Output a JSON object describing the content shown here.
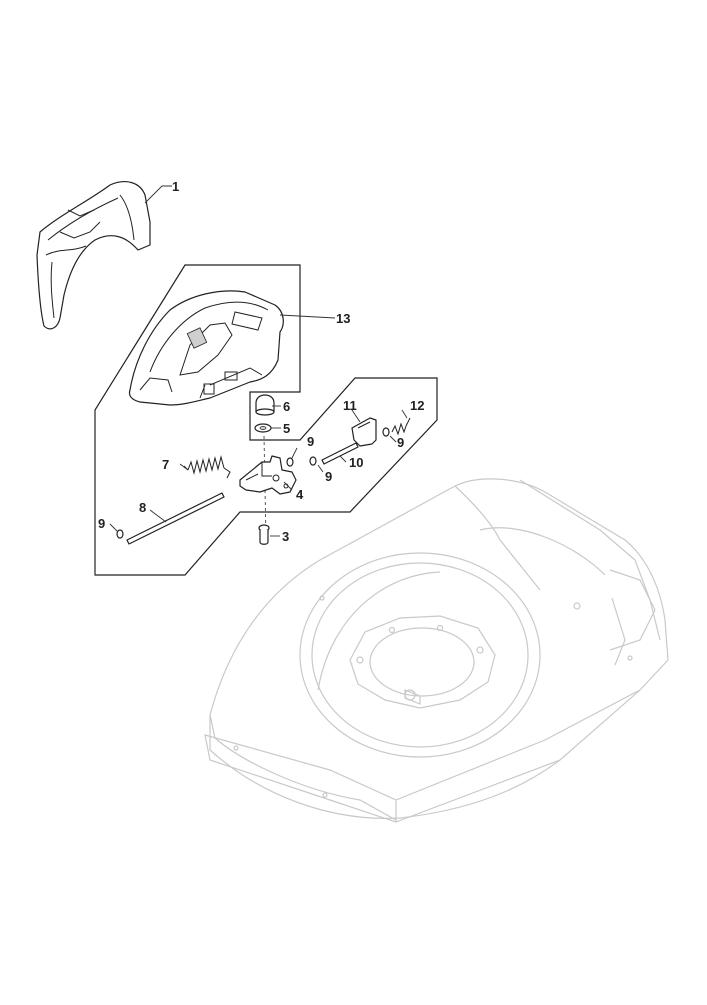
{
  "callouts": {
    "c1": "1",
    "c3": "3",
    "c4": "4",
    "c5": "5",
    "c6": "6",
    "c7": "7",
    "c8": "8",
    "c9a": "9",
    "c9b": "9",
    "c9c": "9",
    "c9d": "9",
    "c10": "10",
    "c11": "11",
    "c12": "12",
    "c13": "13"
  }
}
